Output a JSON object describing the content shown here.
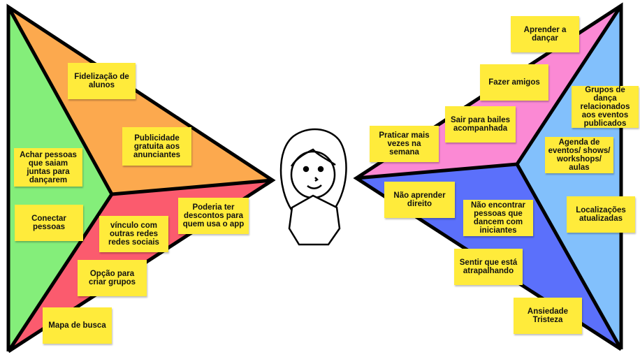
{
  "colors": {
    "left_green": "#84ee7a",
    "left_orange": "#fca94e",
    "left_red": "#fb5b6e",
    "right_pink": "#fb89d4",
    "right_blue": "#5b70fb",
    "right_lightblue": "#82c0fc",
    "note": "#ffeb3b",
    "outline": "#000000"
  },
  "left": {
    "green_notes": [
      {
        "text": "Achar pessoas que saiam juntas para dançarem"
      },
      {
        "text": "Conectar pessoas"
      }
    ],
    "orange_notes": [
      {
        "text": "Fidelização de alunos"
      },
      {
        "text": "Publicidade gratuita aos anunciantes"
      }
    ],
    "red_notes": [
      {
        "text": "Poderia ter descontos para quem usa o app"
      },
      {
        "text": "vínculo com outras redes redes sociais"
      },
      {
        "text": "Opção para criar grupos"
      },
      {
        "text": "Mapa de busca"
      }
    ]
  },
  "right": {
    "pink_notes": [
      {
        "text": "Aprender a dançar"
      },
      {
        "text": "Fazer amigos"
      },
      {
        "text": "Sair para bailes acompanhada"
      },
      {
        "text": "Praticar mais vezes na semana"
      }
    ],
    "lightblue_notes": [
      {
        "text": "Grupos de dança relacionados aos eventos publicados"
      },
      {
        "text": "Agenda de eventos/ shows/ workshops/ aulas"
      },
      {
        "text": "Localizações atualizadas"
      }
    ],
    "blue_notes": [
      {
        "text": "Não aprender direito"
      },
      {
        "text": "Não encontrar pessoas que dancem com iniciantes"
      },
      {
        "text": "Sentir que está atrapalhando"
      },
      {
        "text": "Ansiedade Tristeza"
      }
    ]
  }
}
